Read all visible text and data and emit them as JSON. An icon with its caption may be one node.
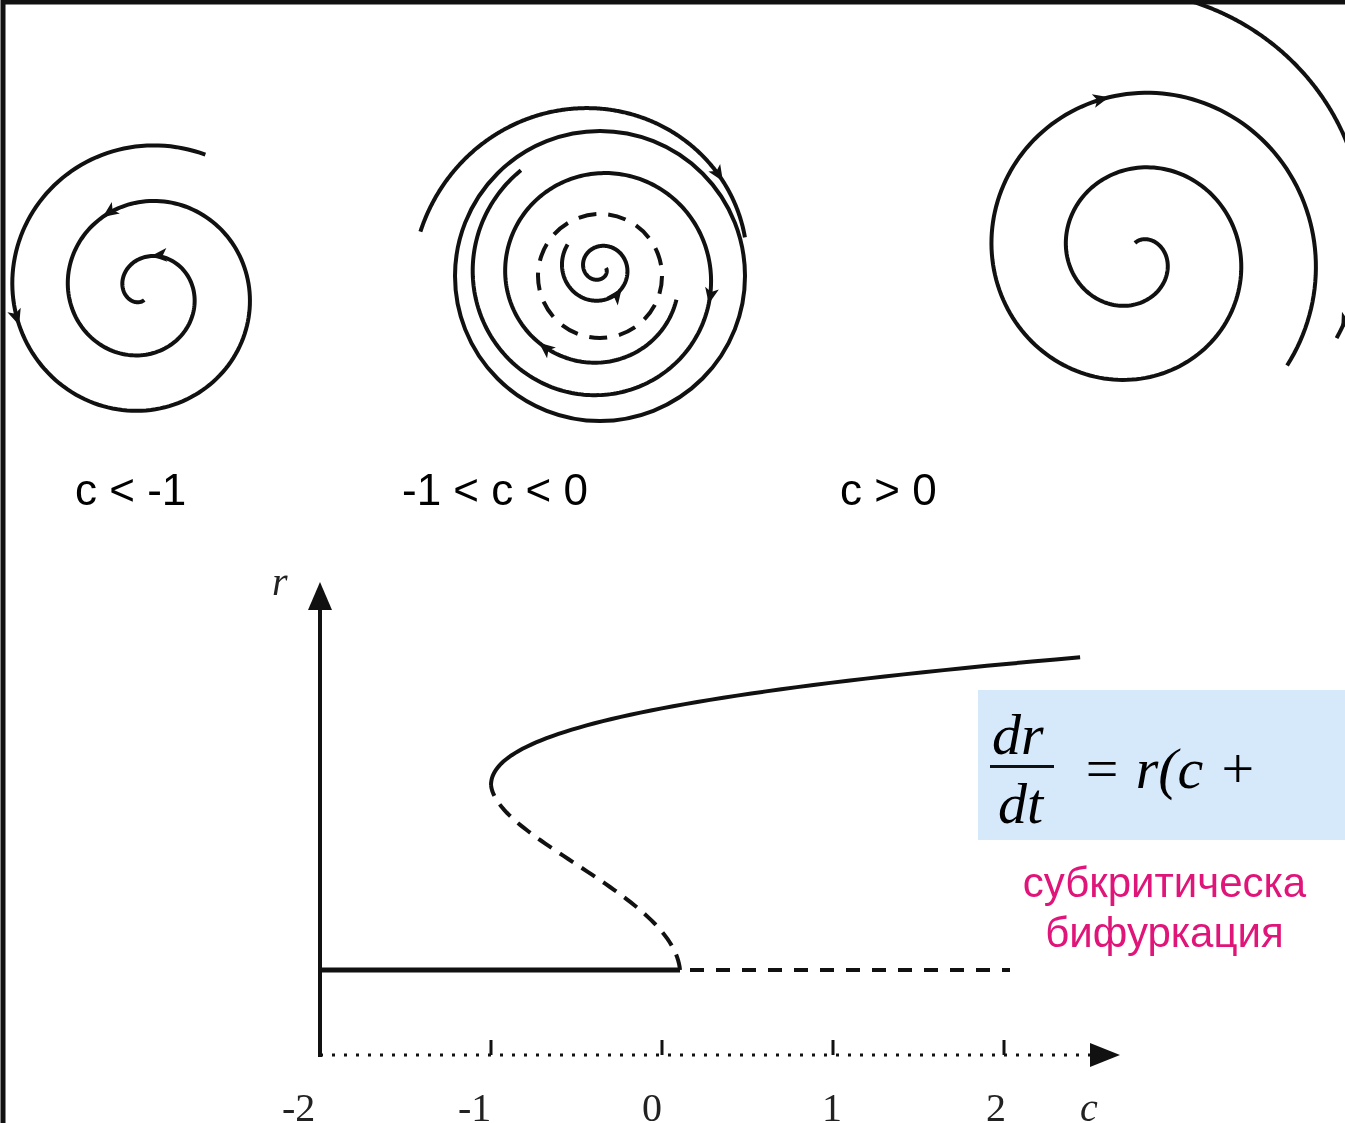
{
  "diagram": {
    "nodes": [
      {
        "text": [
          "dr",
          "dt",
          "= r(c +"
        ],
        "beside": [
          "субкритическа бифуркация"
        ]
      }
    ],
    "labels": [
      "c < -1",
      "-1 < c < 0",
      "c > 0",
      "r",
      "-2",
      "-1",
      "0",
      "1",
      "2",
      "c"
    ]
  }
}
